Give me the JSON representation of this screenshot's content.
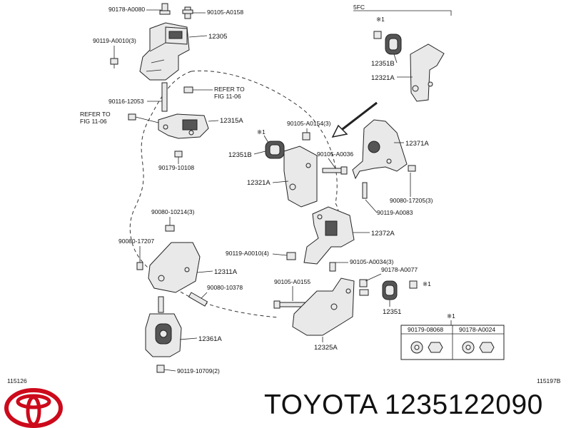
{
  "diagram": {
    "corner_left": "115126",
    "corner_right": "115197B",
    "variant": "5FC",
    "asterisk": "※1",
    "labels": {
      "p90178_A0080_top": "90178-A0080",
      "p90105_A0158": "90105-A0158",
      "p90119_A0010_3": "90119-A0010(3)",
      "p12305": "12305",
      "refer_to_a": "REFER TO",
      "fig_a": "FIG 11-06",
      "p90116_12053": "90116-12053",
      "refer_to_b": "REFER TO",
      "fig_b": "FIG 11-06",
      "p12315A": "12315A",
      "p90179_10108": "90179-10108",
      "p90105_A0154_3": "90105-A0154(3)",
      "p12351B_mid": "12351B",
      "p90105_A0036": "90105-A0036",
      "p12321A_mid": "12321A",
      "p12351B_top": "12351B",
      "p12321A_top": "12321A",
      "p12371A": "12371A",
      "p90080_17205_3": "90080-17205(3)",
      "p90119_A0083": "90119-A0083",
      "p90080_10214_3": "90080-10214(3)",
      "p90080_17207": "90080-17207",
      "p12372A": "12372A",
      "p90119_A0010_4": "90119-A0010(4)",
      "p12311A": "12311A",
      "p90105_A0034_3": "90105-A0034(3)",
      "p90178_A0077": "90178-A0077",
      "p90080_10378": "90080-10378",
      "p90105_A0155": "90105-A0155",
      "p12351": "12351",
      "p12361A": "12361A",
      "p12325A": "12325A",
      "p90119_10709_2": "90119-10709(2)"
    },
    "table": {
      "marker": "※1",
      "col1": "90179-08068",
      "col2": "90178-A0024"
    }
  },
  "brand": {
    "logo_name": "Toyota",
    "text": "TOYOTA 1235122090",
    "logo_color": "#cc0a1b"
  }
}
